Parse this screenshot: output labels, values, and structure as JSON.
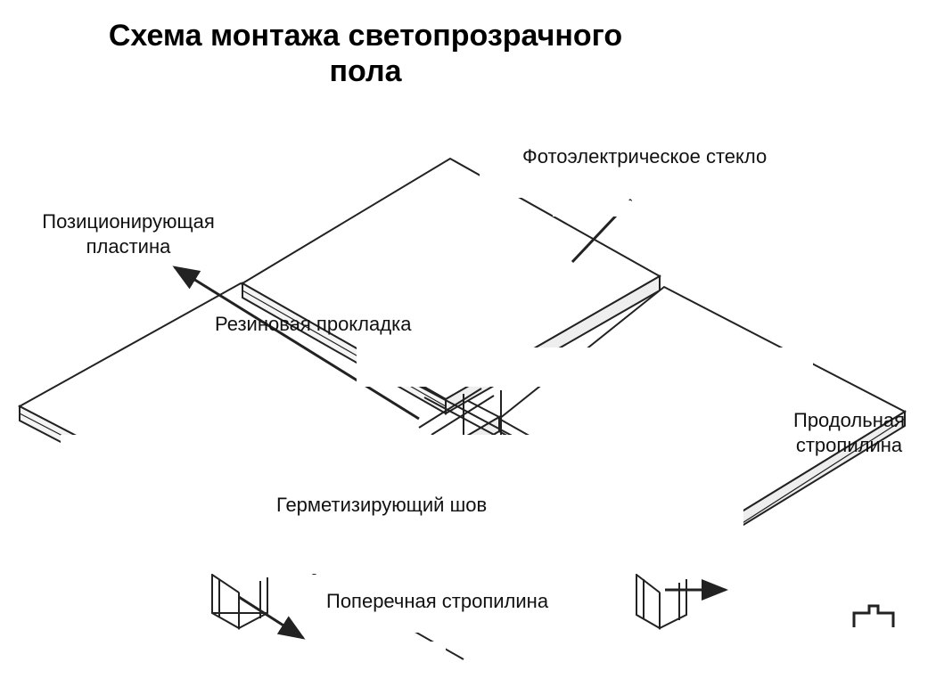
{
  "title": {
    "line1": "Схема монтажа светопрозрачного",
    "line2": "пола"
  },
  "labels": {
    "photoelectric_glass": "Фотоэлектрическое стекло",
    "positioning_plate_line1": "Позиционирующая",
    "positioning_plate_line2": "пластина",
    "rubber_gasket": "Резиновая прокладка",
    "longitudinal_rafter_line1": "Продольная",
    "longitudinal_rafter_line2": "стропилина",
    "sealing_seam": "Герметизирующий шов",
    "transverse_rafter": "Поперечная стропилина"
  },
  "colors": {
    "line": "#222222",
    "panel_fill": "#ffffff",
    "label_bg": "#ffffff"
  }
}
